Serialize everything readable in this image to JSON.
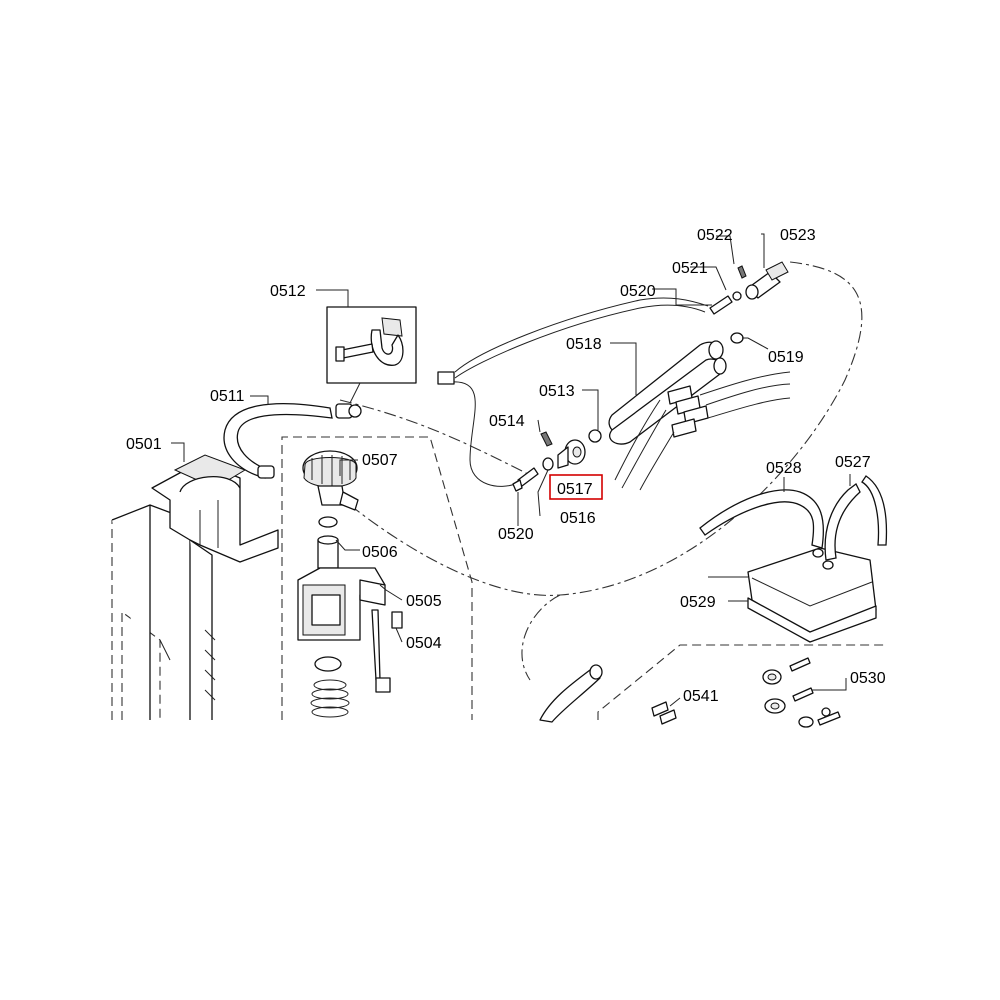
{
  "labels": {
    "p0501": "0501",
    "p0504": "0504",
    "p0505": "0505",
    "p0506": "0506",
    "p0507": "0507",
    "p0511": "0511",
    "p0512": "0512",
    "p0513": "0513",
    "p0514": "0514",
    "p0516": "0516",
    "p0517": "0517",
    "p0518": "0518",
    "p0519": "0519",
    "p0520a": "0520",
    "p0520b": "0520",
    "p0521": "0521",
    "p0522": "0522",
    "p0523": "0523",
    "p0527": "0527",
    "p0528": "0528",
    "p0529": "0529",
    "p0530": "0530",
    "p0541": "0541"
  },
  "highlight": {
    "part": "0517",
    "color": "#d40000"
  }
}
